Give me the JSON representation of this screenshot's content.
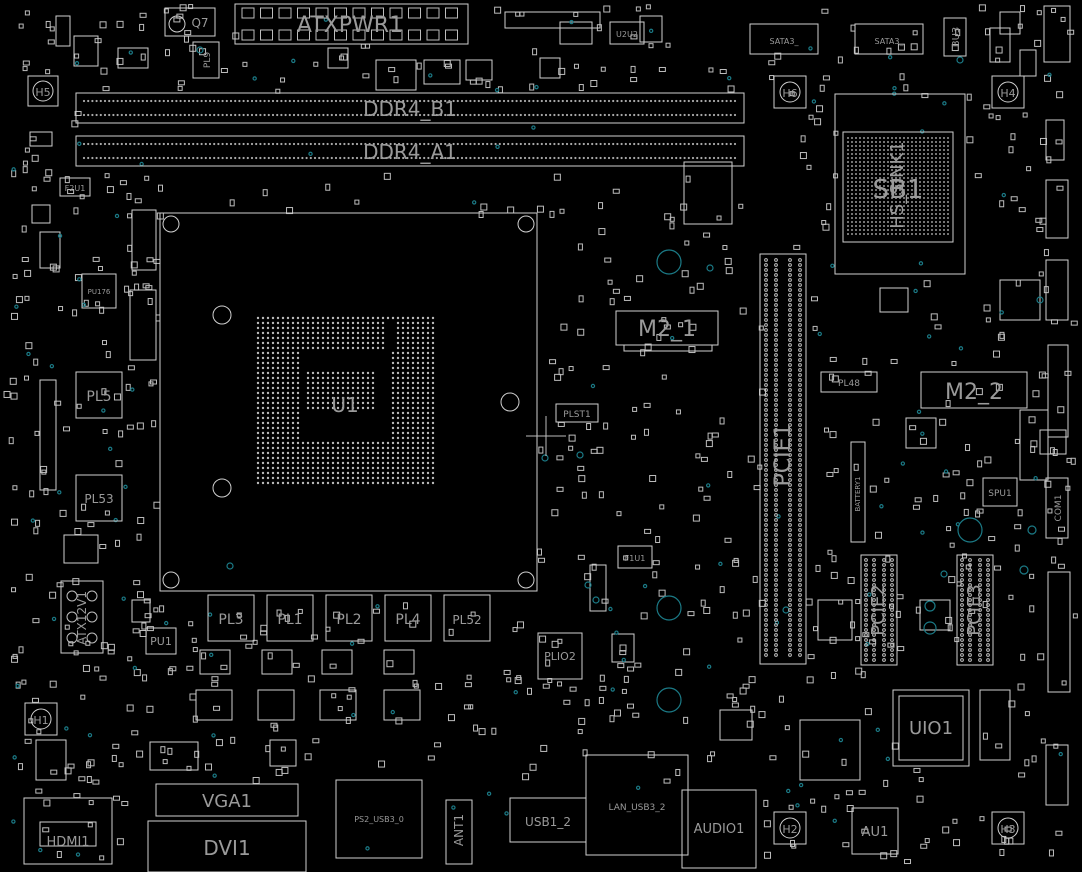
{
  "colors": {
    "background": "#000000",
    "silkscreen": "#cfcfcf",
    "label": "#9a9a9a",
    "via": "#1b7a86"
  },
  "components": {
    "atxpwr1": "ATXPWR1",
    "ddr4_b1": "DDR4_B1",
    "ddr4_a1": "DDR4_A1",
    "m2_1": "M2_1",
    "m2_2": "M2_2",
    "pcie1": "PCIE1",
    "pcie2": "PCIE2",
    "pcie3": "PCIE3",
    "sb1": "SB1",
    "battery1": "BATTERY1",
    "spu1": "SPU1",
    "uio1": "UIO1",
    "au1": "AU1",
    "audio1": "AUDIO1",
    "lan_usb": "LAN_USB3_2",
    "usb1_2": "USB1_2",
    "vga1": "VGA1",
    "dvi1": "DVI1",
    "hdmi1": "HDMI1",
    "atx12v1": "ATX12V1",
    "pl3": "PL3",
    "pl1": "PL1",
    "pl2": "PL2",
    "pl4": "PL4",
    "pl52": "PL52",
    "pl5": "PL5",
    "pl53": "PL53",
    "plio2": "PLIO2",
    "pl48": "PL48",
    "pu1": "PU1",
    "pu176": "PU176",
    "plst1": "PLST1",
    "pl9": "PL9",
    "q7": "Q7",
    "u2u2": "U2U2",
    "bu3": "BU3",
    "f1u1": "F1U1",
    "f2u1": "F2U1",
    "h1": "H1",
    "h2": "H2",
    "h3": "H3",
    "h4": "H4",
    "h5": "H5",
    "h6": "H6",
    "ant1": "ANT1",
    "com1": "COM1",
    "hs_sink": "HS_SINK1",
    "ps2_usb": "PS2_USB3_0",
    "sata": "SATA3_",
    "u1": "U1"
  }
}
